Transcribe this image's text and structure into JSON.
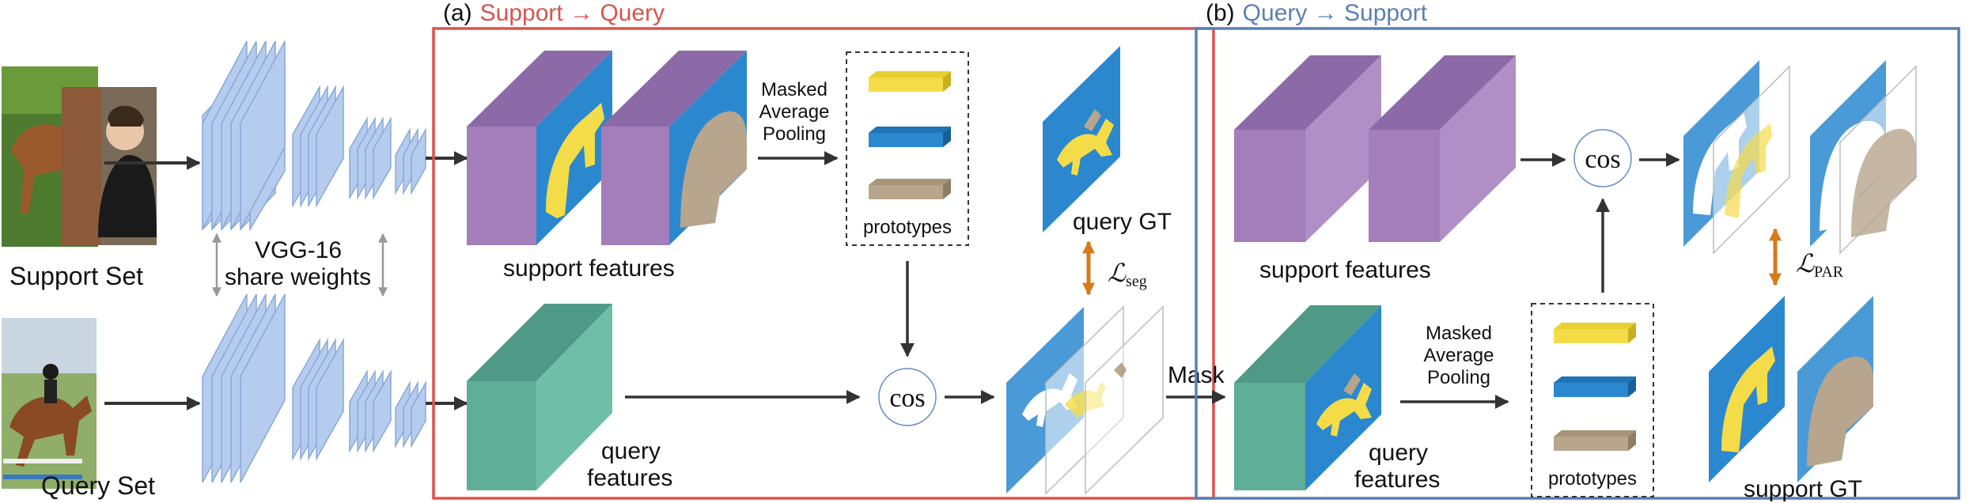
{
  "panel_a": {
    "tag": "(a)",
    "title": "Support → Query",
    "support_features": "support features",
    "map_lines": [
      "Masked",
      "Average",
      "Pooling"
    ],
    "prototypes": "prototypes",
    "query_gt": "query GT",
    "loss": "ℒ",
    "loss_sub": "seg",
    "query_features_1": "query",
    "query_features_2": "features",
    "cos": "cos"
  },
  "panel_b": {
    "tag": "(b)",
    "title": "Query → Support",
    "support_features": "support features",
    "map_lines": [
      "Masked",
      "Average",
      "Pooling"
    ],
    "prototypes": "prototypes",
    "support_gt": "support GT",
    "loss": "ℒ",
    "loss_sub": "PAR",
    "query_features_1": "query",
    "query_features_2": "features",
    "cos": "cos"
  },
  "left": {
    "support_set": "Support Set",
    "query_set": "Query Set",
    "backbone_1": "VGG-16",
    "backbone_2": "share weights",
    "mask": "Mask"
  },
  "colors": {
    "panel_a_border": "#d9534f",
    "panel_b_border": "#5b7fb5",
    "support_feature": "#a47dbb",
    "query_feature": "#5fae98",
    "mask_blue": "#2b88cf",
    "foreground_yellow": "#f4dc48",
    "background_tan": "#b8a58d",
    "vgg_blue": "#b5ccee",
    "arrow": "#333333",
    "loss_arrow": "#d67a1a"
  },
  "icons": [
    "horse-rider-photo",
    "person-photo",
    "jumping-horse-photo"
  ]
}
